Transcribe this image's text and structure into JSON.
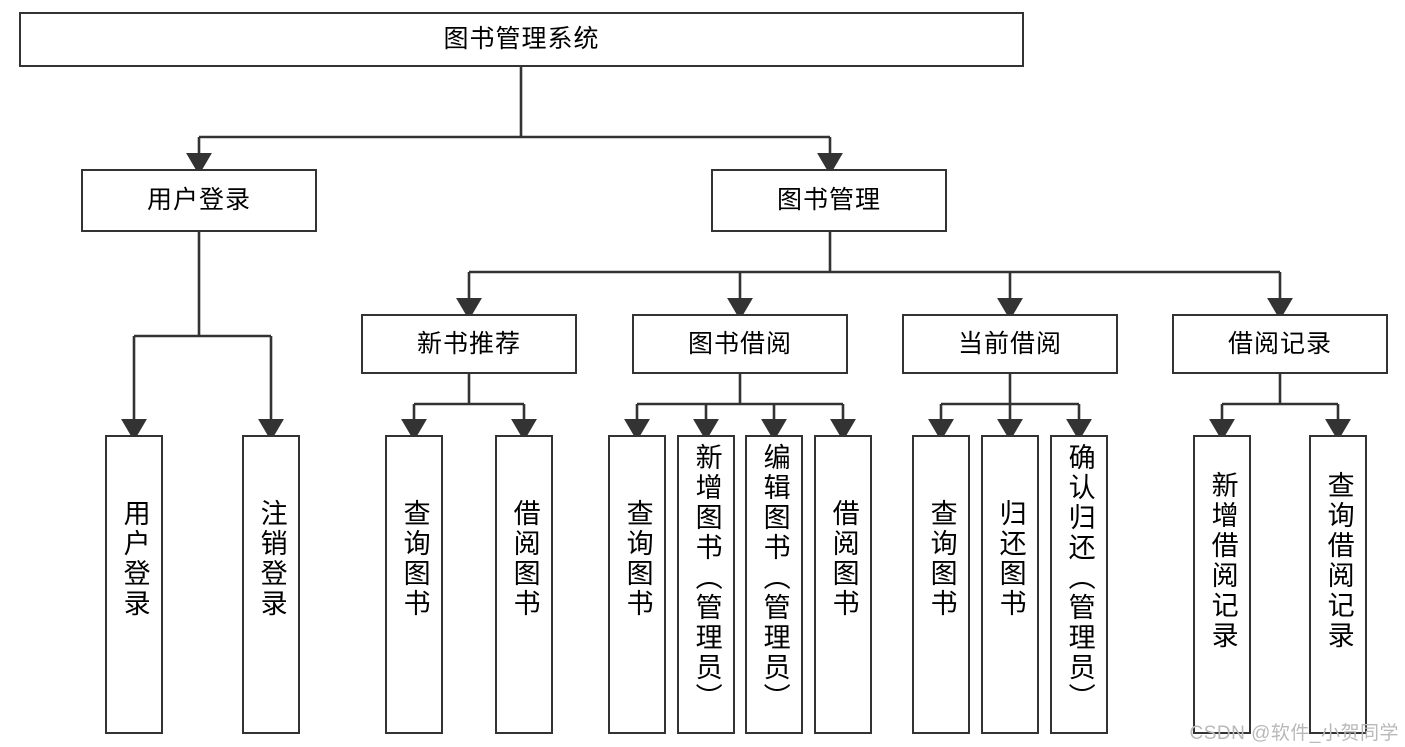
{
  "diagram": {
    "title": "图书管理系统",
    "type": "tree-hierarchy-diagram",
    "root": {
      "label": "图书管理系统"
    },
    "level2": [
      {
        "label": "用户登录"
      },
      {
        "label": "图书管理"
      }
    ],
    "level3": [
      {
        "label": "新书推荐"
      },
      {
        "label": "图书借阅"
      },
      {
        "label": "当前借阅"
      },
      {
        "label": "借阅记录"
      }
    ],
    "leaves": [
      {
        "label": "用户登录",
        "parent": "用户登录"
      },
      {
        "label": "注销登录",
        "parent": "用户登录"
      },
      {
        "label": "查询图书",
        "parent": "新书推荐"
      },
      {
        "label": "借阅图书",
        "parent": "新书推荐"
      },
      {
        "label": "查询图书",
        "parent": "图书借阅"
      },
      {
        "label": "新增图书（管理员）",
        "parent": "图书借阅"
      },
      {
        "label": "编辑图书（管理员）",
        "parent": "图书借阅"
      },
      {
        "label": "借阅图书",
        "parent": "图书借阅"
      },
      {
        "label": "查询图书",
        "parent": "当前借阅"
      },
      {
        "label": "归还图书",
        "parent": "当前借阅"
      },
      {
        "label": "确认归还（管理员）",
        "parent": "当前借阅"
      },
      {
        "label": "新增借阅记录",
        "parent": "借阅记录"
      },
      {
        "label": "查询借阅记录",
        "parent": "借阅记录"
      }
    ]
  },
  "watermark": {
    "text": "CSDN @软件_小贺同学"
  },
  "colors": {
    "line": "#333333",
    "box_border": "#333333",
    "box_fill": "#ffffff",
    "text": "#000000",
    "watermark": "#b9b9b9"
  }
}
